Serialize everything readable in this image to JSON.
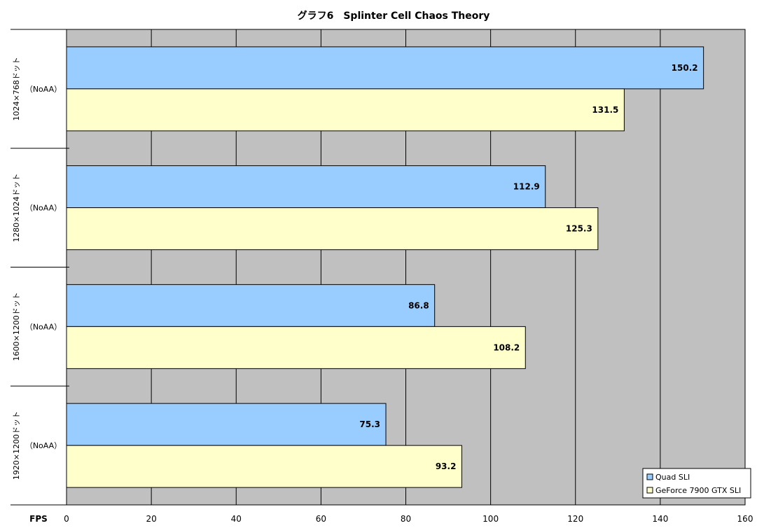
{
  "chart_data": {
    "type": "bar",
    "orientation": "horizontal",
    "title": "グラフ6　Splinter Cell Chaos Theory",
    "xlabel": "FPS",
    "ylabel": "",
    "xlim": [
      0,
      160
    ],
    "xticks": [
      0,
      20,
      40,
      60,
      80,
      100,
      120,
      140,
      160
    ],
    "grid": true,
    "legend_position": "bottom-right",
    "categories": [
      {
        "line1": "1024×768ドット",
        "line2": "（NoAA）"
      },
      {
        "line1": "1280×1024ドット",
        "line2": "（NoAA）"
      },
      {
        "line1": "1600×1200ドット",
        "line2": "（NoAA）"
      },
      {
        "line1": "1920×1200ドット",
        "line2": "（NoAA）"
      }
    ],
    "series": [
      {
        "name": "Quad SLI",
        "color": "#99ccff",
        "values": [
          150.2,
          112.9,
          86.8,
          75.3
        ]
      },
      {
        "name": "GeForce 7900 GTX SLI",
        "color": "#ffffcc",
        "values": [
          131.5,
          125.3,
          108.2,
          93.2
        ]
      }
    ],
    "plot_background": "#c0c0c0"
  }
}
